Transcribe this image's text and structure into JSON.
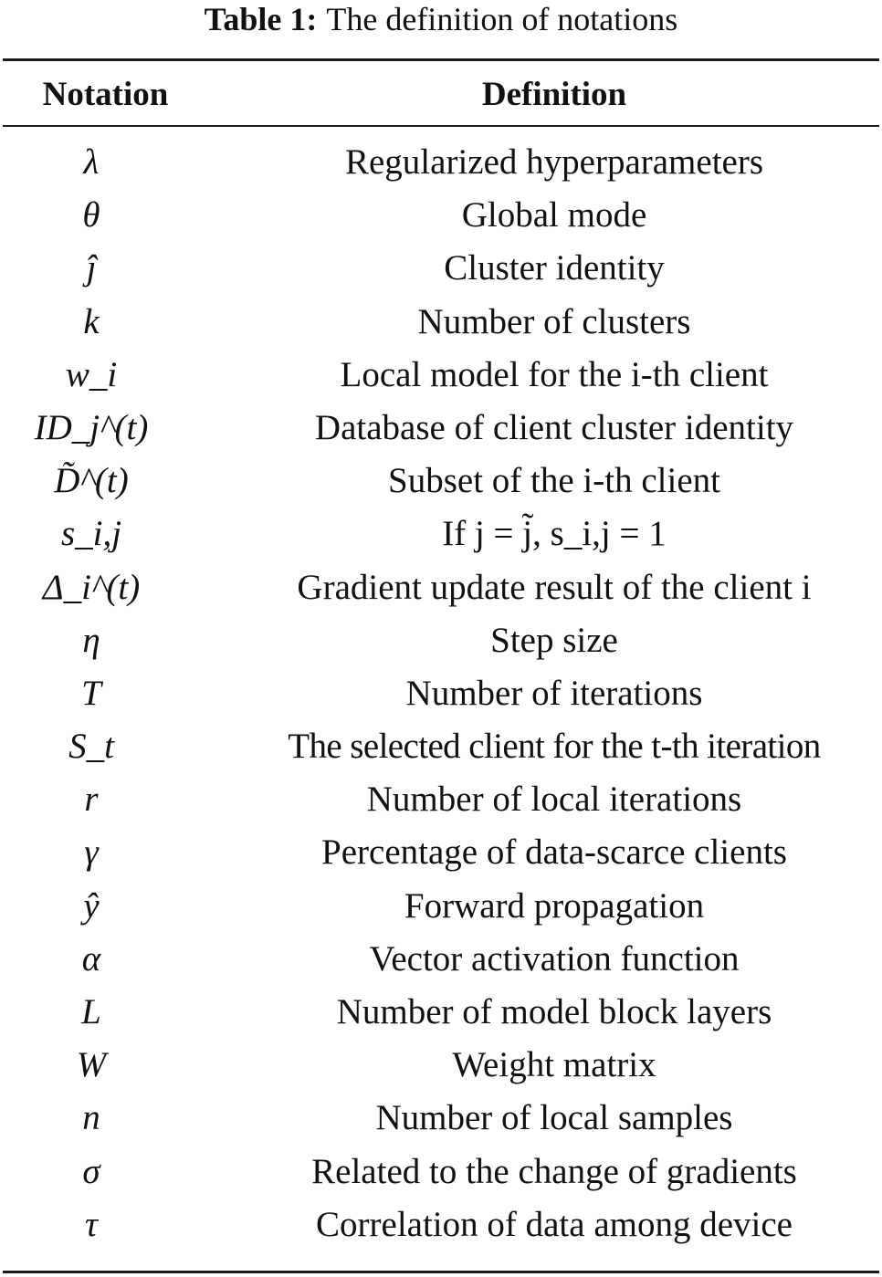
{
  "caption": {
    "label": "Table 1:",
    "text": "The definition of notations"
  },
  "table": {
    "headers": {
      "notation": "Notation",
      "definition": "Definition"
    },
    "rows": [
      {
        "notation": "λ",
        "definition": "Regularized hyperparameters"
      },
      {
        "notation": "θ",
        "definition": "Global mode"
      },
      {
        "notation": "ĵ",
        "definition": "Cluster identity"
      },
      {
        "notation": "k",
        "definition": "Number of clusters"
      },
      {
        "notation": "w_i",
        "definition": "Local model for the i-th client"
      },
      {
        "notation": "ID_j^(t)",
        "definition": "Database of client cluster identity"
      },
      {
        "notation": "D̃^(t)",
        "definition": "Subset of the i-th client"
      },
      {
        "notation": "s_i,j",
        "definition": "If j = j̃, s_i,j = 1"
      },
      {
        "notation": "Δ_i^(t)",
        "definition": "Gradient update result of the client i"
      },
      {
        "notation": "η",
        "definition": "Step size"
      },
      {
        "notation": "T",
        "definition": "Number of iterations"
      },
      {
        "notation": "S_t",
        "definition": "The selected client for the t-th iteration"
      },
      {
        "notation": "r",
        "definition": "Number of local iterations"
      },
      {
        "notation": "γ",
        "definition": "Percentage of data-scarce clients"
      },
      {
        "notation": "ŷ",
        "definition": "Forward propagation"
      },
      {
        "notation": "α",
        "definition": "Vector activation function"
      },
      {
        "notation": "L",
        "definition": "Number of model block layers"
      },
      {
        "notation": "W",
        "definition": "Weight matrix"
      },
      {
        "notation": "n",
        "definition": "Number of local samples"
      },
      {
        "notation": "σ",
        "definition": "Related to the change of gradients"
      },
      {
        "notation": "τ",
        "definition": "Correlation of data among device"
      }
    ]
  }
}
